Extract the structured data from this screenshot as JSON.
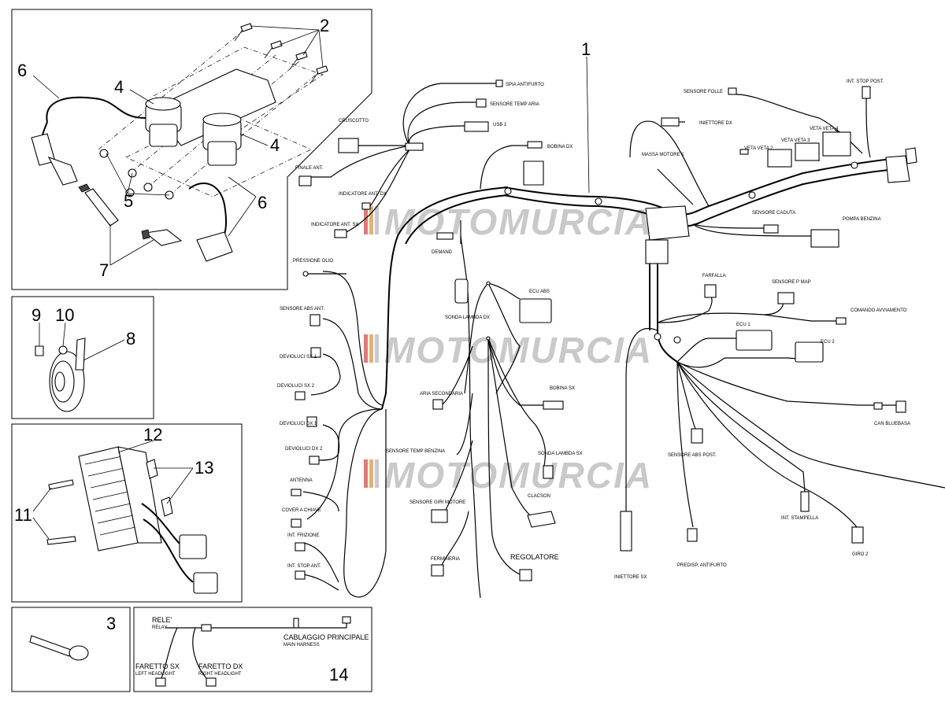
{
  "callouts": {
    "n1": "1",
    "n2": "2",
    "n3": "3",
    "n4a": "4",
    "n4b": "4",
    "n5": "5",
    "n6a": "6",
    "n6b": "6",
    "n7": "7",
    "n8": "8",
    "n9": "9",
    "n10": "10",
    "n11": "11",
    "n12": "12",
    "n13": "13",
    "n14": "14"
  },
  "watermark": "MOTOMURCIA",
  "labels": {
    "spia_antifurto": "SPIA ANTIFURTO",
    "sensore_temp_aria": "SENSORE TEMP ARIA",
    "usb": "USB 1",
    "bobina_dx": "BOBINA DX",
    "cruscotto": "CRUSCOTTO",
    "finale_ant": "FINALE ANT.",
    "indicatore_ant_dx": "INDICATORE ANT. DX",
    "indicatore_ant_sx": "INDICATORE ANT. SX",
    "pressione_olio": "PRESSIONE OLIO",
    "demand": "DEMAND",
    "sonda_lambda_dx": "SONDA LAMBDA DX",
    "ecu_abs": "ECU ABS",
    "sensore_abs_ant": "SENSORE ABS ANT.",
    "devioluci_sx1": "DEVIOLUCI SX 1",
    "devioluci_sx2": "DEVIOLUCI SX 2",
    "devioluci_dx1": "DEVIOLUCI DX 1",
    "devioluci_dx2": "DEVIOLUCI DX 2",
    "antenna": "ANTENNA",
    "cover_a_chiave": "COVER A CHIAVE",
    "int_frizione": "INT. FRIZIONE",
    "int_stop_ant": "INT. STOP ANT.",
    "aria_secondaria": "ARIA SECONDARIA",
    "bobina_sx": "BOBINA SX",
    "sensore_temp_benzina": "SENSORE TEMP BENZINA",
    "sonda_lambda_sx": "SONDA LAMBDA SX",
    "sensore_giri_motore": "SENSORE GIRI MOTORE",
    "clacson": "CLACSON",
    "fermineria": "FERMINERIA",
    "regolatore": "REGOLATORE",
    "sensore_folle": "SENSORE FOLLE",
    "iniettore_dx": "INIETTORE DX",
    "int_stop_post": "INT. STOP POST.",
    "massa_motore": "MASSA MOTORE 1",
    "veta_veta2": "VETA VETA 2",
    "veta_veta3": "VETA VETA 3",
    "veta_veta4": "VETA VETA 4",
    "sensore_caduta": "SENSORE CADUTA",
    "pompa_benzina": "POMPA BENZINA",
    "farfalla": "FARFALLA",
    "sensore_p_map": "SENSORE P MAP",
    "comando_avviamento": "COMANDO AVVIAMENTO",
    "ecu1": "ECU 1",
    "ecu2": "ECU 2",
    "can_bluebasa": "CAN BLUEBASA",
    "sensore_abs_post": "SENSORE ABS POST.",
    "iniettore_sx": "INIETTORE SX",
    "predisp_antifurto": "PREDISP. ANTIFURTO",
    "int_stampella": "INT. STAMPELLA",
    "giro2": "GIRO 2"
  },
  "inset14": {
    "rele": "RELE'",
    "relay": "RELAY",
    "cablaggio": "CABLAGGIO PRINCIPALE",
    "main_harness": "MAIN HARNESS",
    "faretto_sx": "FARETTO SX",
    "left_headlight": "LEFT HEADLIGHT",
    "faretto_dx": "FARETTO DX",
    "right_headlight": "RIGHT HEADLIGHT"
  }
}
